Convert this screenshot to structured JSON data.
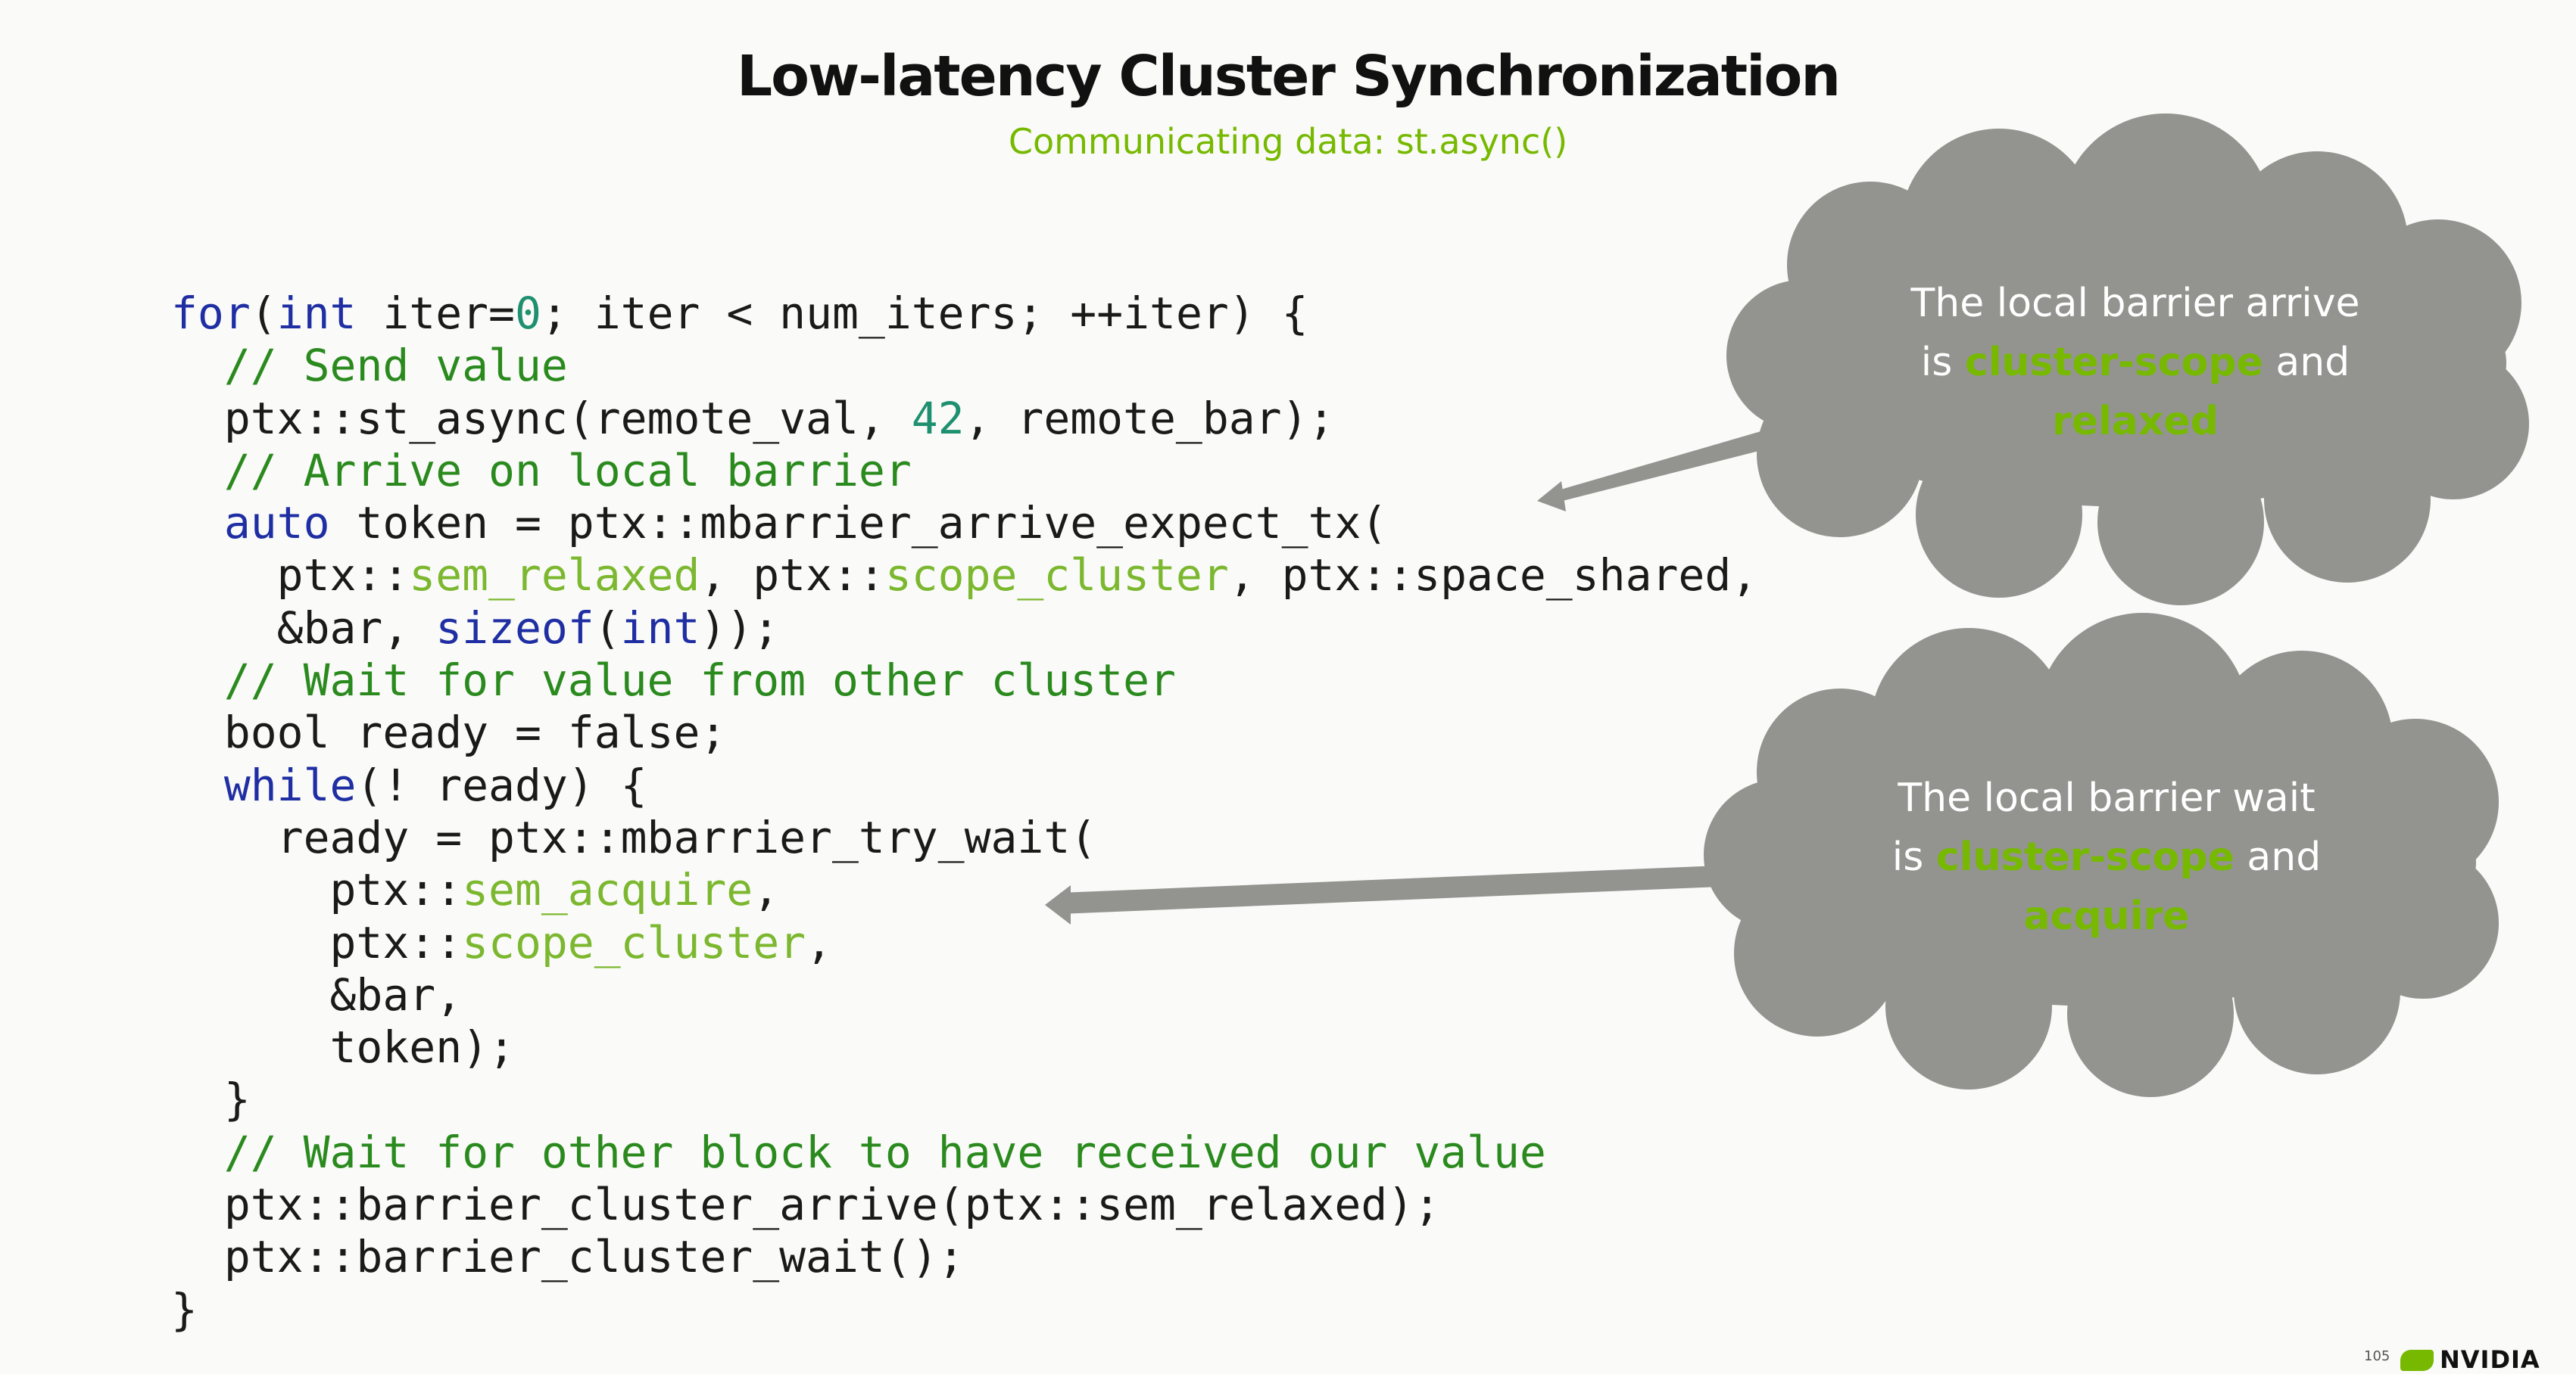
{
  "slide": {
    "title": "Low-latency Cluster Synchronization",
    "subtitle": "Communicating data: st.async()",
    "page_number": "105",
    "brand": "NVIDIA"
  },
  "code_lines": [
    [
      {
        "t": "for",
        "c": "kw"
      },
      {
        "t": "("
      },
      {
        "t": "int",
        "c": "kw"
      },
      {
        "t": " iter="
      },
      {
        "t": "0",
        "c": "num"
      },
      {
        "t": "; iter < num_iters; ++iter) {"
      }
    ],
    [
      {
        "t": "  "
      },
      {
        "t": "// Send value",
        "c": "cm"
      }
    ],
    [
      {
        "t": "  ptx::st_async(remote_val, "
      },
      {
        "t": "42",
        "c": "num"
      },
      {
        "t": ", remote_bar);"
      }
    ],
    [
      {
        "t": "  "
      },
      {
        "t": "// Arrive on local barrier",
        "c": "cm"
      }
    ],
    [
      {
        "t": "  "
      },
      {
        "t": "auto",
        "c": "kw"
      },
      {
        "t": " token = ptx::mbarrier_arrive_expect_tx("
      }
    ],
    [
      {
        "t": "    ptx::"
      },
      {
        "t": "sem_relaxed",
        "c": "sem"
      },
      {
        "t": ", ptx::"
      },
      {
        "t": "scope_cluster",
        "c": "sem"
      },
      {
        "t": ", ptx::space_shared,"
      }
    ],
    [
      {
        "t": "    &bar, "
      },
      {
        "t": "sizeof",
        "c": "kw"
      },
      {
        "t": "("
      },
      {
        "t": "int",
        "c": "kw"
      },
      {
        "t": "));"
      }
    ],
    [
      {
        "t": "  "
      },
      {
        "t": "// Wait for value from other cluster",
        "c": "cm"
      }
    ],
    [
      {
        "t": "  bool ready = false;"
      }
    ],
    [
      {
        "t": "  "
      },
      {
        "t": "while",
        "c": "kw"
      },
      {
        "t": "(! ready) {"
      }
    ],
    [
      {
        "t": "    ready = ptx::mbarrier_try_wait("
      }
    ],
    [
      {
        "t": "      ptx::"
      },
      {
        "t": "sem_acquire",
        "c": "sem"
      },
      {
        "t": ","
      }
    ],
    [
      {
        "t": "      ptx::"
      },
      {
        "t": "scope_cluster",
        "c": "sem"
      },
      {
        "t": ","
      }
    ],
    [
      {
        "t": "      &bar,"
      }
    ],
    [
      {
        "t": "      token);"
      }
    ],
    [
      {
        "t": "  }"
      }
    ],
    [
      {
        "t": "  "
      },
      {
        "t": "// Wait for other block to have received our value",
        "c": "cm"
      }
    ],
    [
      {
        "t": "  ptx::barrier_cluster_arrive(ptx::sem_relaxed);"
      }
    ],
    [
      {
        "t": "  ptx::barrier_cluster_wait();"
      }
    ],
    [
      {
        "t": "}"
      }
    ]
  ],
  "callouts": {
    "top": {
      "line1": "The local barrier arrive",
      "line2_pre": "is ",
      "line2_hl": "cluster-scope",
      "line2_post": " and",
      "line3_hl": "relaxed"
    },
    "bottom": {
      "line1": "The local barrier wait",
      "line2_pre": "is ",
      "line2_hl": "cluster-scope",
      "line2_post": " and",
      "line3_hl": "acquire"
    }
  },
  "colors": {
    "accent_green": "#76b900",
    "cloud_gray": "#939490",
    "keyword_blue": "#1f2fa3",
    "comment_green": "#2a8a1e"
  }
}
